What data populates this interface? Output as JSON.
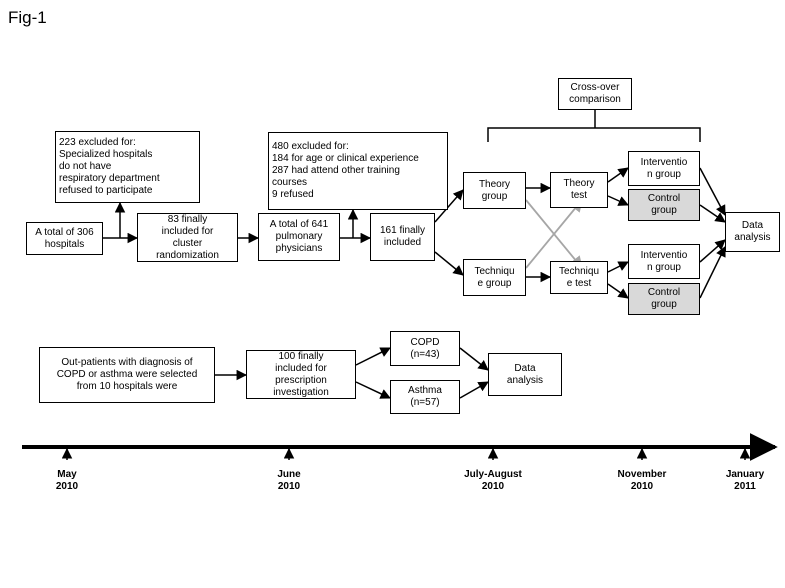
{
  "figure_label": "Fig-1",
  "boxes": {
    "cross_over": "Cross-over\ncomparison",
    "excluded_223": "223 excluded for:\n  Specialized hospitals\n  do not have\nrespiratory department\n  refused to participate",
    "excluded_480": "480 excluded for:\n  184 for age or clinical experience\n  287 had attend other training\ncourses\n  9 refused",
    "total_306": "A total of 306\nhospitals",
    "finally_83": "83 finally\nincluded for\ncluster\nrandomization",
    "total_641": "A total of 641\npulmonary\nphysicians",
    "finally_161": "161 finally\nincluded",
    "theory_group": "Theory\ngroup",
    "technique_group": "Techniqu\ne group",
    "theory_test": "Theory\ntest",
    "technique_test": "Techniqu\ne test",
    "intervention_1": "Interventio\nn group",
    "control_1": "Control\ngroup",
    "intervention_2": "Interventio\nn group",
    "control_2": "Control\ngroup",
    "data_analysis_1": "Data\nanalysis",
    "outpatients": "Out-patients with diagnosis of\nCOPD or asthma were selected\nfrom 10 hospitals were",
    "finally_100": "100 finally\nincluded for\nprescription\ninvestigation",
    "copd": "COPD\n(n=43)",
    "asthma": "Asthma\n(n=57)",
    "data_analysis_2": "Data\nanalysis"
  },
  "timeline": [
    {
      "label": "May\n2010"
    },
    {
      "label": "June\n2010"
    },
    {
      "label": "July-August\n2010"
    },
    {
      "label": "November\n2010"
    },
    {
      "label": "January\n2011"
    }
  ],
  "colors": {
    "line": "#000000",
    "crossover_arrow": "#a6a6a6",
    "control_fill": "#d9d9d9"
  }
}
